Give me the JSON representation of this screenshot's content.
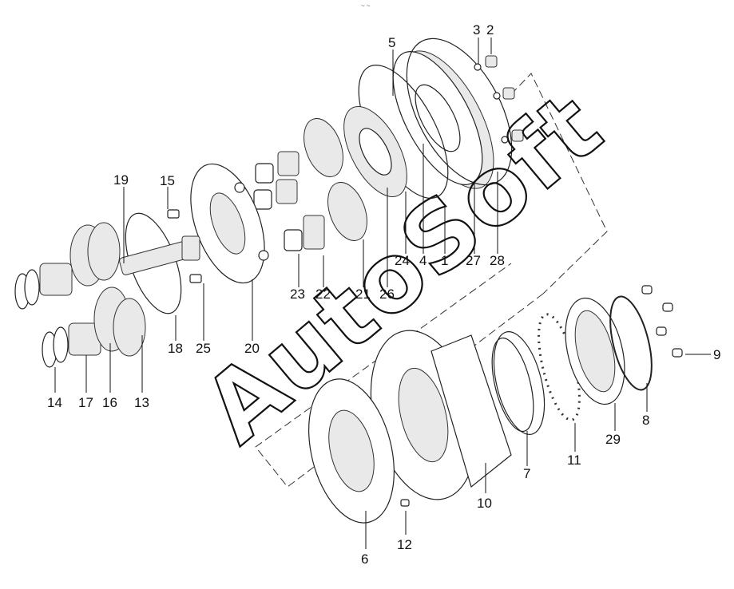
{
  "watermark": "AutoSoft",
  "top_mark": "~ ~",
  "callouts": [
    {
      "id": "c1",
      "text": "1"
    },
    {
      "id": "c2",
      "text": "2"
    },
    {
      "id": "c3",
      "text": "3"
    },
    {
      "id": "c4",
      "text": "4"
    },
    {
      "id": "c5",
      "text": "5"
    },
    {
      "id": "c6",
      "text": "6"
    },
    {
      "id": "c7",
      "text": "7"
    },
    {
      "id": "c8",
      "text": "8"
    },
    {
      "id": "c9",
      "text": "9"
    },
    {
      "id": "c10",
      "text": "10"
    },
    {
      "id": "c11",
      "text": "11"
    },
    {
      "id": "c12",
      "text": "12"
    },
    {
      "id": "c13",
      "text": "13"
    },
    {
      "id": "c14",
      "text": "14"
    },
    {
      "id": "c15",
      "text": "15"
    },
    {
      "id": "c16",
      "text": "16"
    },
    {
      "id": "c17",
      "text": "17"
    },
    {
      "id": "c18",
      "text": "18"
    },
    {
      "id": "c19",
      "text": "19"
    },
    {
      "id": "c20",
      "text": "20"
    },
    {
      "id": "c21",
      "text": "21"
    },
    {
      "id": "c22",
      "text": "22"
    },
    {
      "id": "c23",
      "text": "23"
    },
    {
      "id": "c24",
      "text": "24"
    },
    {
      "id": "c25",
      "text": "25"
    },
    {
      "id": "c26",
      "text": "26"
    },
    {
      "id": "c27",
      "text": "27"
    },
    {
      "id": "c28",
      "text": "28"
    },
    {
      "id": "c29",
      "text": "29"
    }
  ]
}
